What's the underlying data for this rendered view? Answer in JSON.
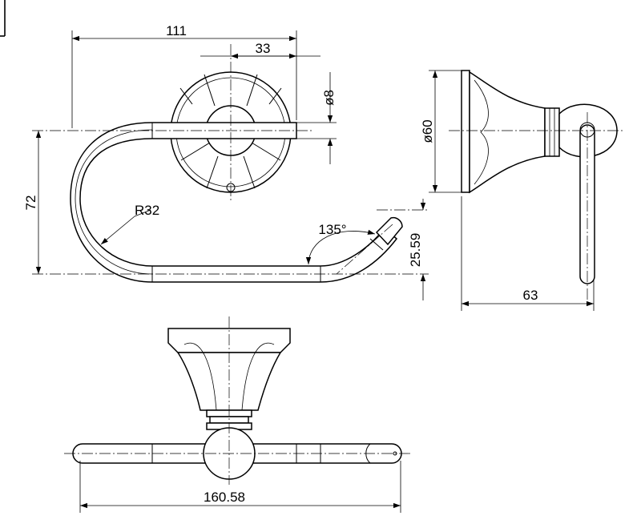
{
  "dimensions": {
    "top_width": "111",
    "top_offset": "33",
    "pin_diameter": "ø8",
    "height": "72",
    "radius": "R32",
    "angle": "135°",
    "end_rise": "25.59",
    "base_diameter": "ø60",
    "depth": "63",
    "bottom_length": "160.58"
  }
}
